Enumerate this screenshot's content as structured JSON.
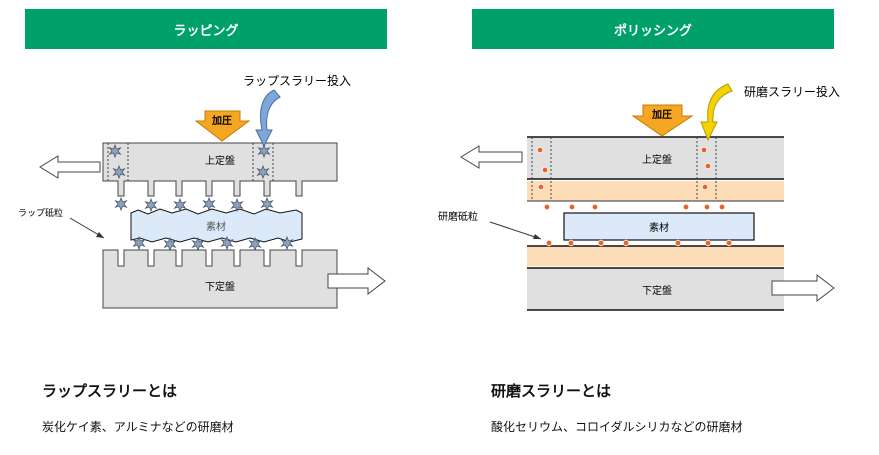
{
  "left": {
    "banner": "ラッピング",
    "slurry_label": "ラップスラリー投入",
    "press_label": "加圧",
    "upper_plate": "上定盤",
    "workpiece": "素材",
    "lower_plate": "下定盤",
    "grain_label": "ラップ砥粒",
    "heading": "ラップスラリーとは",
    "desc": "炭化ケイ素、アルミナなどの研磨材"
  },
  "right": {
    "banner": "ポリッシング",
    "slurry_label": "研磨スラリー投入",
    "press_label": "加圧",
    "upper_plate": "上定盤",
    "workpiece": "素材",
    "lower_plate": "下定盤",
    "grain_label": "研磨砥粒",
    "heading": "研磨スラリーとは",
    "desc": "酸化セリウム、コロイダルシリカなどの研磨材"
  },
  "colors": {
    "banner": "#00A06A",
    "plate": "#E0E0E0",
    "workpiece": "#DCE9F8",
    "pad": "#FDDCB8",
    "press_arrow": "#F5A623",
    "slurry_arrow_left": "#7EA6D8",
    "slurry_arrow_right": "#F2D200",
    "abrasive_grain": "#8FA3BF",
    "polish_grain": "#E8622A"
  }
}
